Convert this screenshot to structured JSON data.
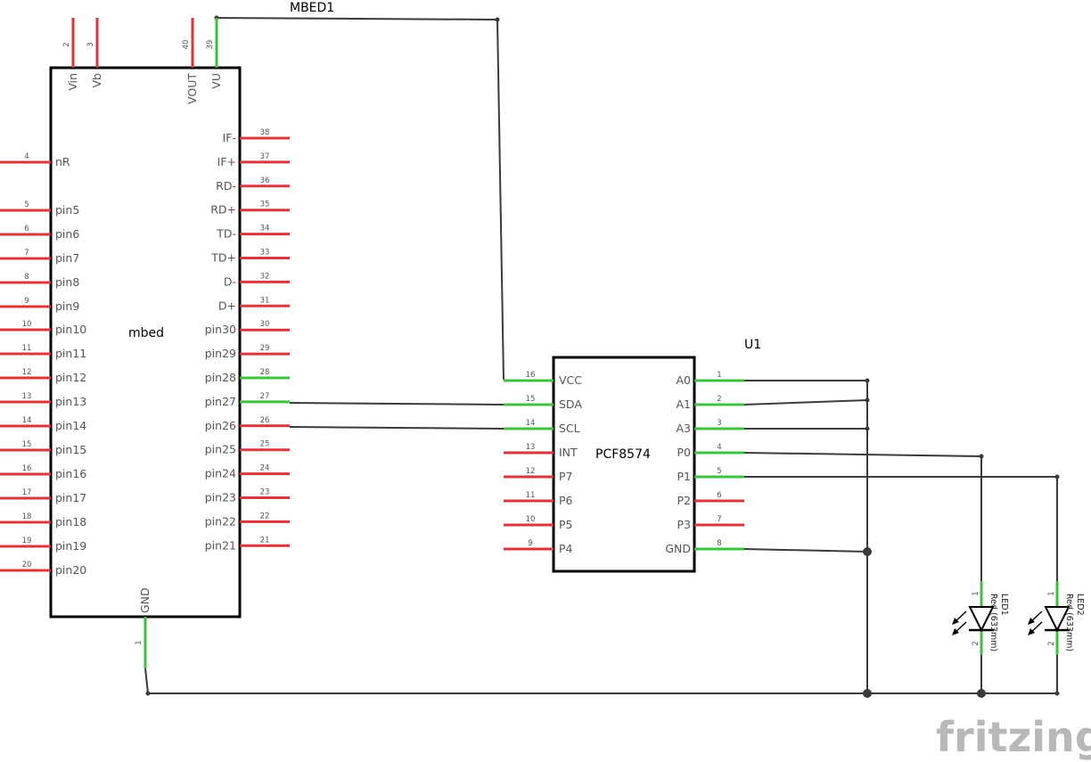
{
  "mbed": {
    "ref": "MBED1",
    "name": "mbed",
    "top_pins": [
      {
        "num": "2",
        "name": "Vin",
        "color": "red"
      },
      {
        "num": "3",
        "name": "Vb",
        "color": "red"
      },
      {
        "num": "40",
        "name": "VOUT",
        "color": "red"
      },
      {
        "num": "39",
        "name": "VU",
        "color": "green"
      }
    ],
    "left_pins": [
      {
        "num": "4",
        "name": "nR"
      },
      {
        "num": "5",
        "name": "pin5"
      },
      {
        "num": "6",
        "name": "pin6"
      },
      {
        "num": "7",
        "name": "pin7"
      },
      {
        "num": "8",
        "name": "pin8"
      },
      {
        "num": "9",
        "name": "pin9"
      },
      {
        "num": "10",
        "name": "pin10"
      },
      {
        "num": "11",
        "name": "pin11"
      },
      {
        "num": "12",
        "name": "pin12"
      },
      {
        "num": "13",
        "name": "pin13"
      },
      {
        "num": "14",
        "name": "pin14"
      },
      {
        "num": "15",
        "name": "pin15"
      },
      {
        "num": "16",
        "name": "pin16"
      },
      {
        "num": "17",
        "name": "pin17"
      },
      {
        "num": "18",
        "name": "pin18"
      },
      {
        "num": "19",
        "name": "pin19"
      },
      {
        "num": "20",
        "name": "pin20"
      }
    ],
    "right_pins": [
      {
        "num": "38",
        "name": "IF-",
        "color": "red"
      },
      {
        "num": "37",
        "name": "IF+",
        "color": "red"
      },
      {
        "num": "36",
        "name": "RD-",
        "color": "red"
      },
      {
        "num": "35",
        "name": "RD+",
        "color": "red"
      },
      {
        "num": "34",
        "name": "TD-",
        "color": "red"
      },
      {
        "num": "33",
        "name": "TD+",
        "color": "red"
      },
      {
        "num": "32",
        "name": "D-",
        "color": "red"
      },
      {
        "num": "31",
        "name": "D+",
        "color": "red"
      },
      {
        "num": "30",
        "name": "pin30",
        "color": "red"
      },
      {
        "num": "29",
        "name": "pin29",
        "color": "red"
      },
      {
        "num": "28",
        "name": "pin28",
        "color": "green"
      },
      {
        "num": "27",
        "name": "pin27",
        "color": "green"
      },
      {
        "num": "26",
        "name": "pin26",
        "color": "red"
      },
      {
        "num": "25",
        "name": "pin25",
        "color": "red"
      },
      {
        "num": "24",
        "name": "pin24",
        "color": "red"
      },
      {
        "num": "23",
        "name": "pin23",
        "color": "red"
      },
      {
        "num": "22",
        "name": "pin22",
        "color": "red"
      },
      {
        "num": "21",
        "name": "pin21",
        "color": "red"
      }
    ],
    "bottom_pin": {
      "num": "1",
      "name": "GND",
      "color": "green"
    }
  },
  "pcf": {
    "ref": "U1",
    "name": "PCF8574",
    "left_pins": [
      {
        "num": "16",
        "name": "VCC",
        "color": "green"
      },
      {
        "num": "15",
        "name": "SDA",
        "color": "green"
      },
      {
        "num": "14",
        "name": "SCL",
        "color": "green"
      },
      {
        "num": "13",
        "name": "INT",
        "color": "red"
      },
      {
        "num": "12",
        "name": "P7",
        "color": "red"
      },
      {
        "num": "11",
        "name": "P6",
        "color": "red"
      },
      {
        "num": "10",
        "name": "P5",
        "color": "red"
      },
      {
        "num": "9",
        "name": "P4",
        "color": "red"
      }
    ],
    "right_pins": [
      {
        "num": "1",
        "name": "A0",
        "color": "green"
      },
      {
        "num": "2",
        "name": "A1",
        "color": "green"
      },
      {
        "num": "3",
        "name": "A3",
        "color": "green"
      },
      {
        "num": "4",
        "name": "P0",
        "color": "green"
      },
      {
        "num": "5",
        "name": "P1",
        "color": "green"
      },
      {
        "num": "6",
        "name": "P2",
        "color": "red"
      },
      {
        "num": "7",
        "name": "P3",
        "color": "red"
      },
      {
        "num": "8",
        "name": "GND",
        "color": "green"
      }
    ]
  },
  "leds": [
    {
      "ref": "LED1",
      "desc": "Red (633mm)",
      "pin_top": "1",
      "pin_bottom": "2"
    },
    {
      "ref": "LED2",
      "desc": "Red (633mm)",
      "pin_top": "1",
      "pin_bottom": "2"
    }
  ],
  "logo": "fritzing",
  "colors": {
    "pin_unconnected": "#d8383c",
    "pin_connected": "#40c040",
    "wire": "#3a3a3a",
    "body": "#000000",
    "logo": "#b8b8b8"
  }
}
